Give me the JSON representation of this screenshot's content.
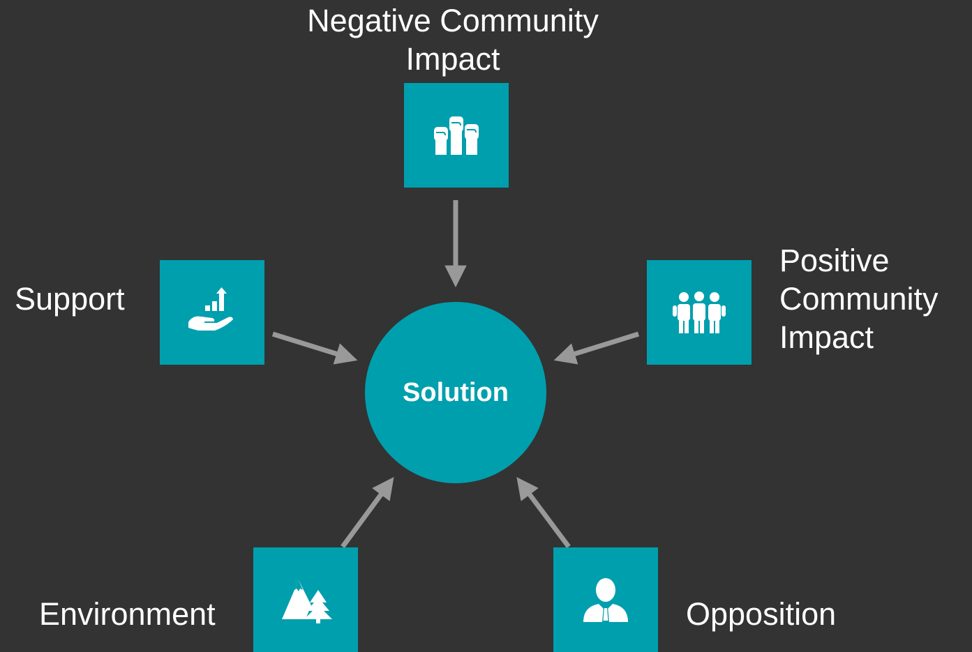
{
  "colors": {
    "background": "#333333",
    "accent": "#009fad",
    "arrow": "#999999",
    "text": "#ffffff"
  },
  "center": {
    "label": "Solution"
  },
  "nodes": {
    "negative": {
      "label": "Negative Community\nImpact",
      "icon": "raised-fists-icon"
    },
    "support": {
      "label": "Support",
      "icon": "hand-growth-chart-icon"
    },
    "positive": {
      "label": "Positive\nCommunity\nImpact",
      "icon": "community-people-icon"
    },
    "environment": {
      "label": "Environment",
      "icon": "mountain-trees-icon"
    },
    "opposition": {
      "label": "Opposition",
      "icon": "businessman-icon"
    }
  }
}
